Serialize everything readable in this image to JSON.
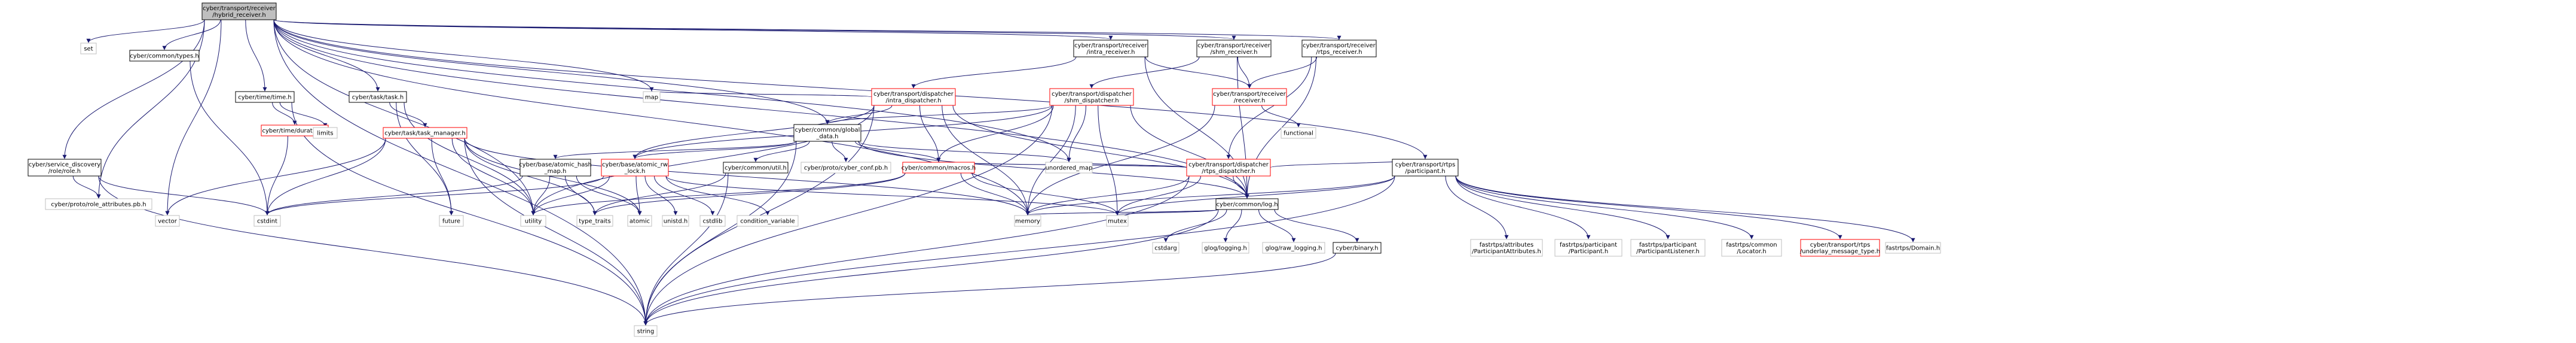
{
  "colors": {
    "root_fill": "#bfbfbf",
    "node_fill": "#ffffff",
    "node_border": "#000000",
    "external_border": "#bfbfbf",
    "missing_border": "#ff0000",
    "edge": "#191970",
    "text": "#000000"
  },
  "nodes": [
    {
      "id": "root",
      "lines": [
        "cyber/transport/receiver",
        "/hybrid_receiver.h"
      ],
      "kind": "root"
    },
    {
      "id": "set",
      "lines": [
        "set"
      ],
      "kind": "external"
    },
    {
      "id": "types",
      "lines": [
        "cyber/common/types.h"
      ],
      "kind": "internal"
    },
    {
      "id": "time",
      "lines": [
        "cyber/time/time.h"
      ],
      "kind": "internal"
    },
    {
      "id": "duration",
      "lines": [
        "cyber/time/duration.h"
      ],
      "kind": "missing"
    },
    {
      "id": "limits",
      "lines": [
        "limits"
      ],
      "kind": "external"
    },
    {
      "id": "task",
      "lines": [
        "cyber/task/task.h"
      ],
      "kind": "internal"
    },
    {
      "id": "task_manager",
      "lines": [
        "cyber/task/task_manager.h"
      ],
      "kind": "missing"
    },
    {
      "id": "map",
      "lines": [
        "map"
      ],
      "kind": "external"
    },
    {
      "id": "role",
      "lines": [
        "cyber/service_discovery",
        "/role/role.h"
      ],
      "kind": "internal"
    },
    {
      "id": "role_attr",
      "lines": [
        "cyber/proto/role_attributes.pb.h"
      ],
      "kind": "external"
    },
    {
      "id": "vector",
      "lines": [
        "vector"
      ],
      "kind": "external"
    },
    {
      "id": "cstdint",
      "lines": [
        "cstdint"
      ],
      "kind": "external"
    },
    {
      "id": "string",
      "lines": [
        "string"
      ],
      "kind": "external"
    },
    {
      "id": "future",
      "lines": [
        "future"
      ],
      "kind": "external"
    },
    {
      "id": "utility",
      "lines": [
        "utility"
      ],
      "kind": "external"
    },
    {
      "id": "type_traits",
      "lines": [
        "type_traits"
      ],
      "kind": "external"
    },
    {
      "id": "atomic",
      "lines": [
        "atomic"
      ],
      "kind": "external"
    },
    {
      "id": "atomic_hash_map",
      "lines": [
        "cyber/base/atomic_hash",
        "_map.h"
      ],
      "kind": "internal"
    },
    {
      "id": "atomic_rw_lock",
      "lines": [
        "cyber/base/atomic_rw",
        "_lock.h"
      ],
      "kind": "missing"
    },
    {
      "id": "unistd",
      "lines": [
        "unistd.h"
      ],
      "kind": "external"
    },
    {
      "id": "cstdlib",
      "lines": [
        "cstdlib"
      ],
      "kind": "external"
    },
    {
      "id": "condvar",
      "lines": [
        "condition_variable"
      ],
      "kind": "external"
    },
    {
      "id": "global_data",
      "lines": [
        "cyber/common/global",
        "_data.h"
      ],
      "kind": "internal"
    },
    {
      "id": "util",
      "lines": [
        "cyber/common/util.h"
      ],
      "kind": "internal"
    },
    {
      "id": "cyber_conf",
      "lines": [
        "cyber/proto/cyber_conf.pb.h"
      ],
      "kind": "external"
    },
    {
      "id": "macros",
      "lines": [
        "cyber/common/macros.h"
      ],
      "kind": "missing"
    },
    {
      "id": "memory",
      "lines": [
        "memory"
      ],
      "kind": "external"
    },
    {
      "id": "mutex",
      "lines": [
        "mutex"
      ],
      "kind": "external"
    },
    {
      "id": "unordered_map",
      "lines": [
        "unordered_map"
      ],
      "kind": "external"
    },
    {
      "id": "intra_dispatcher",
      "lines": [
        "cyber/transport/dispatcher",
        "/intra_dispatcher.h"
      ],
      "kind": "missing"
    },
    {
      "id": "intra_receiver",
      "lines": [
        "cyber/transport/receiver",
        "/intra_receiver.h"
      ],
      "kind": "internal"
    },
    {
      "id": "shm_receiver",
      "lines": [
        "cyber/transport/receiver",
        "/shm_receiver.h"
      ],
      "kind": "internal"
    },
    {
      "id": "rtps_receiver",
      "lines": [
        "cyber/transport/receiver",
        "/rtps_receiver.h"
      ],
      "kind": "internal"
    },
    {
      "id": "shm_dispatcher",
      "lines": [
        "cyber/transport/dispatcher",
        "/shm_dispatcher.h"
      ],
      "kind": "missing"
    },
    {
      "id": "receiver",
      "lines": [
        "cyber/transport/receiver",
        "/receiver.h"
      ],
      "kind": "missing"
    },
    {
      "id": "functional",
      "lines": [
        "functional"
      ],
      "kind": "external"
    },
    {
      "id": "rtps_dispatcher",
      "lines": [
        "cyber/transport/dispatcher",
        "/rtps_dispatcher.h"
      ],
      "kind": "missing"
    },
    {
      "id": "log",
      "lines": [
        "cyber/common/log.h"
      ],
      "kind": "internal"
    },
    {
      "id": "cstdarg",
      "lines": [
        "cstdarg"
      ],
      "kind": "external"
    },
    {
      "id": "glog_logging",
      "lines": [
        "glog/logging.h"
      ],
      "kind": "external"
    },
    {
      "id": "glog_raw",
      "lines": [
        "glog/raw_logging.h"
      ],
      "kind": "external"
    },
    {
      "id": "binary",
      "lines": [
        "cyber/binary.h"
      ],
      "kind": "internal"
    },
    {
      "id": "participant",
      "lines": [
        "cyber/transport/rtps",
        "/participant.h"
      ],
      "kind": "internal"
    },
    {
      "id": "fast_attr",
      "lines": [
        "fastrtps/attributes",
        "/ParticipantAttributes.h"
      ],
      "kind": "external"
    },
    {
      "id": "fast_part",
      "lines": [
        "fastrtps/participant",
        "/Participant.h"
      ],
      "kind": "external"
    },
    {
      "id": "fast_listener",
      "lines": [
        "fastrtps/participant",
        "/ParticipantListener.h"
      ],
      "kind": "external"
    },
    {
      "id": "fast_locator",
      "lines": [
        "fastrtps/common",
        "/Locator.h"
      ],
      "kind": "external"
    },
    {
      "id": "underlay",
      "lines": [
        "cyber/transport/rtps",
        "/underlay_message_type.h"
      ],
      "kind": "missing"
    },
    {
      "id": "domain",
      "lines": [
        "fastrtps/Domain.h"
      ],
      "kind": "external"
    }
  ]
}
